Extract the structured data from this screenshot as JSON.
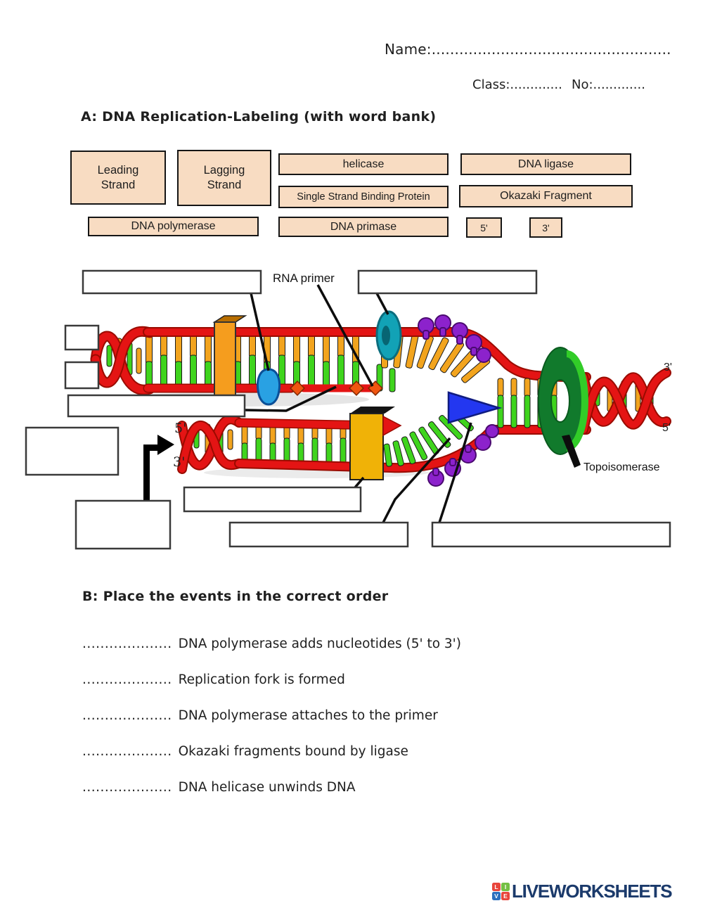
{
  "header": {
    "name_line": "Name:....................................................",
    "class_line": "Class:.............",
    "no_line": "No:............."
  },
  "section_a": {
    "title": "A: DNA Replication-Labeling (with word bank)",
    "word_bank": {
      "leading_strand": "Leading Strand",
      "lagging_strand": "Lagging Strand",
      "helicase": "helicase",
      "dna_ligase": "DNA ligase",
      "ssb_protein": "Single Strand Binding Protein",
      "okazaki_fragment": "Okazaki Fragment",
      "dna_polymerase": "DNA polymerase",
      "dna_primase": "DNA primase",
      "five_prime": "5'",
      "three_prime": "3'"
    }
  },
  "diagram": {
    "labels": {
      "rna_primer": "RNA primer",
      "topoisomerase": "Topoisomerase",
      "right_three_prime": "3'",
      "right_five_prime": "5'",
      "lower_five_prime": "5'",
      "lower_three_prime": "3'"
    },
    "colors": {
      "strand_red": "#e41414",
      "base_green": "#3fd41d",
      "base_orange": "#f2a41e",
      "protein_orange": "#f59d1e",
      "protein_yellow": "#f0b207",
      "ssb_purple": "#8c22cc",
      "helicase_teal": "#12a2b6",
      "polymerase_blue": "#29a1e3",
      "topoisomerase_green": "#117a2c",
      "primase_blue": "#2337f0"
    }
  },
  "section_b": {
    "title": "B: Place the events in the correct order",
    "dots": "....................",
    "items": [
      "DNA polymerase adds nucleotides (5' to 3')",
      "Replication fork is formed",
      "DNA polymerase attaches to the primer",
      "Okazaki fragments bound by ligase",
      "DNA helicase unwinds DNA"
    ]
  },
  "footer": {
    "logo_text": "LIVEWORKSHEETS",
    "logo_tiles": [
      "L",
      "I",
      "V",
      "E"
    ],
    "logo_colors": {
      "l": "#e8453c",
      "i": "#74bf44",
      "v": "#2d6fbe",
      "e": "#e8453c",
      "text": "#1b3a6b"
    }
  }
}
